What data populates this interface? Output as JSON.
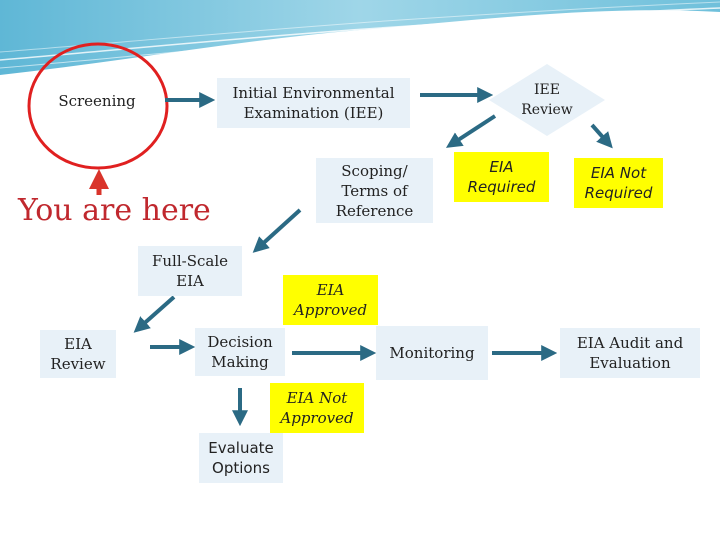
{
  "colors": {
    "arrow": "#2b6a84",
    "highlight_circle": "#e02020",
    "pointer_arrow": "#d9342b",
    "box_fill": "#e8f1f8",
    "approval_fill": "#ffff00",
    "you_are_here_text": "#c0282e"
  },
  "nodes": {
    "screening": "Screening",
    "iee": "Initial Environmental\nExamination (IEE)",
    "iee_review": "IEE\nReview",
    "scoping": "Scoping/\nTerms of\nReference",
    "eia_required": "EIA\nRequired",
    "eia_not_required": "EIA Not\nRequired",
    "full_scale_eia": "Full-Scale\nEIA",
    "eia_approved": "EIA\nApproved",
    "eia_review": "EIA\nReview",
    "decision_making": "Decision\nMaking",
    "monitoring": "Monitoring",
    "eia_audit": "EIA Audit and\nEvaluation",
    "eia_not_approved": "EIA Not\nApproved",
    "evaluate_options": "Evaluate\nOptions"
  },
  "annotation": {
    "you_are_here": "You are here"
  }
}
